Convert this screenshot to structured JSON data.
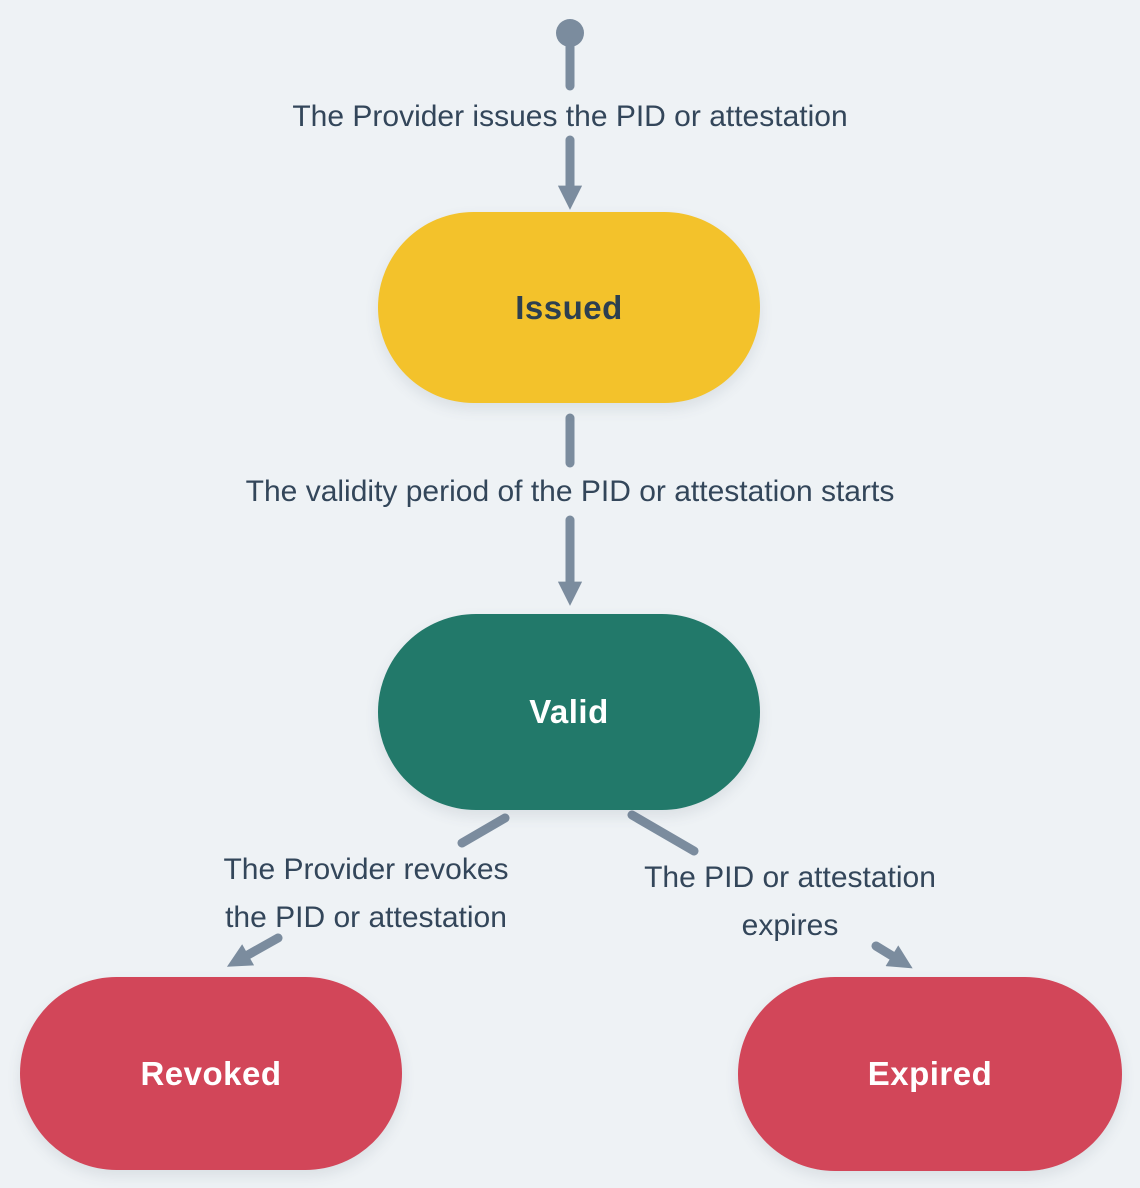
{
  "diagram": {
    "title_semantic": "PID or attestation lifecycle state diagram",
    "background": "#EEF2F5",
    "arrow_color": "#7B8C9E",
    "edge_label_color": "#33465A",
    "edge_labels": {
      "issue": "The Provider issues the PID or attestation",
      "validity_start": "The validity period of the PID or attestation starts",
      "revoke_line1": "The Provider revokes",
      "revoke_line2": "the PID or attestation",
      "expire_line1": "The PID or attestation",
      "expire_line2": "expires"
    },
    "nodes": {
      "issued": {
        "label": "Issued",
        "color": "#F3C22B",
        "text_color": "#2C3F50"
      },
      "valid": {
        "label": "Valid",
        "color": "#22796A",
        "text_color": "#FFFFFF"
      },
      "revoked": {
        "label": "Revoked",
        "color": "#D24659",
        "text_color": "#FFFFFF"
      },
      "expired": {
        "label": "Expired",
        "color": "#D24659",
        "text_color": "#FFFFFF"
      }
    }
  }
}
